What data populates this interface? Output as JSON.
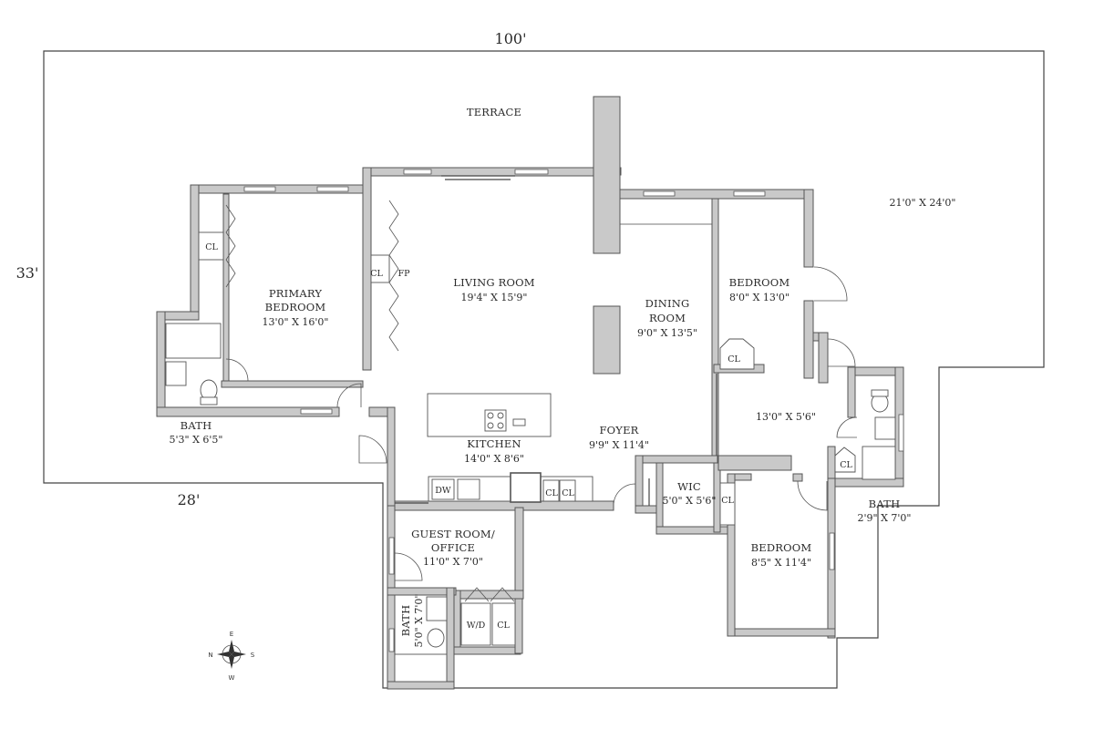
{
  "overall": {
    "width_label": "100'",
    "height_label": "33'",
    "lower_label": "28'"
  },
  "terrace": {
    "name": "TERRACE",
    "dims": "21'0\" X 24'0\""
  },
  "rooms": {
    "primary_bedroom": {
      "line1": "PRIMARY",
      "line2": "BEDROOM",
      "dims": "13'0\" X 16'0\""
    },
    "primary_bath": {
      "name": "BATH",
      "dims": "5'3\" X 6'5\""
    },
    "living_room": {
      "name": "LIVING ROOM",
      "dims": "19'4\" X 15'9\""
    },
    "dining_room": {
      "line1": "DINING",
      "line2": "ROOM",
      "dims": "9'0\" X 13'5\""
    },
    "kitchen": {
      "name": "KITCHEN",
      "dims": "14'0\" X 8'6\""
    },
    "foyer": {
      "name": "FOYER",
      "dims": "9'9\" X 11'4\""
    },
    "bedroom_top": {
      "name": "BEDROOM",
      "dims": "8'0\" X 13'0\""
    },
    "hall": {
      "dims": "13'0\" X 5'6\""
    },
    "wic": {
      "name": "WIC",
      "dims": "5'0\" X 5'6\""
    },
    "bedroom_bottom": {
      "name": "BEDROOM",
      "dims": "8'5\" X 11'4\""
    },
    "bath_right": {
      "name": "BATH",
      "dims": "2'9\" X 7'0\""
    },
    "guest_room": {
      "line1": "GUEST ROOM/",
      "line2": "OFFICE",
      "dims": "11'0\" X 7'0\""
    },
    "guest_bath": {
      "name": "BATH",
      "dims": "5'0\" X 7'0\""
    }
  },
  "fixtures": {
    "closet": "CL",
    "fireplace": "FP",
    "dishwasher": "DW",
    "washer_dryer": "W/D"
  },
  "compass": {
    "n": "N",
    "s": "S",
    "e": "E",
    "w": "W"
  }
}
